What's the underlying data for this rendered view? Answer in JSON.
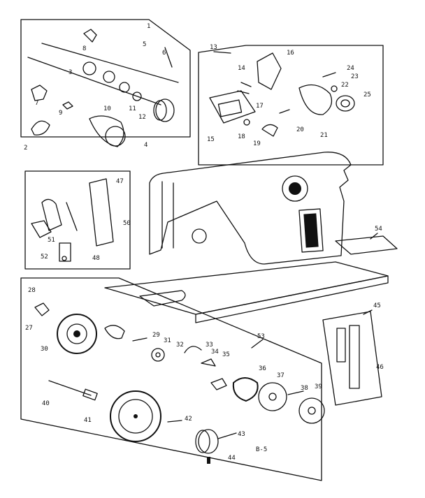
{
  "diagram": {
    "page_code": "B-5",
    "callouts": [
      "1",
      "2",
      "3",
      "4",
      "5",
      "6",
      "7",
      "8",
      "9",
      "10",
      "11",
      "12",
      "13",
      "14",
      "15",
      "16",
      "17",
      "18",
      "19",
      "20",
      "21",
      "22",
      "23",
      "24",
      "25",
      "27",
      "28",
      "29",
      "30",
      "31",
      "32",
      "33",
      "34",
      "35",
      "36",
      "37",
      "38",
      "39",
      "40",
      "41",
      "42",
      "43",
      "44",
      "45",
      "46",
      "47",
      "48",
      "50",
      "51",
      "52",
      "53",
      "54"
    ]
  }
}
